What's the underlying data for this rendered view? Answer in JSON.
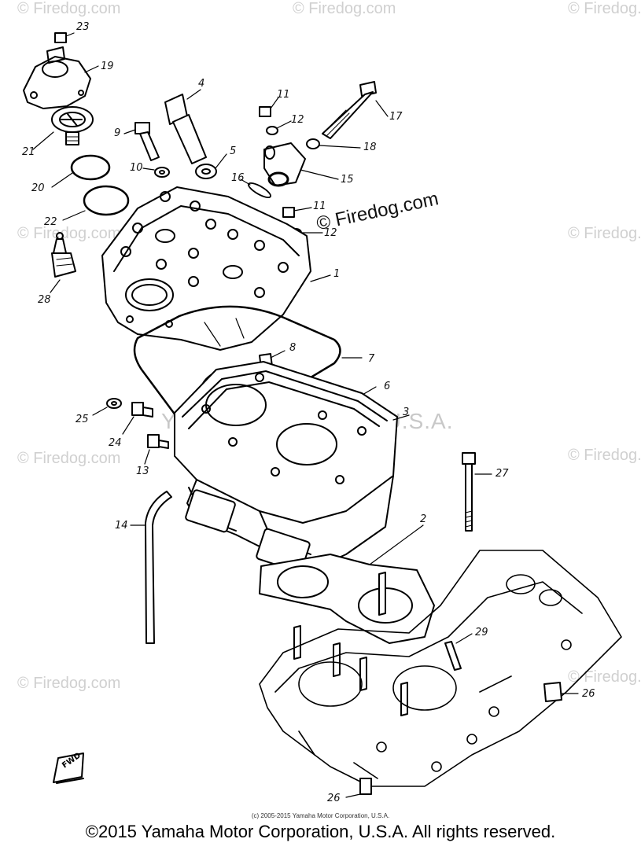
{
  "diagram": {
    "callouts": [
      "23",
      "19",
      "4",
      "11",
      "12",
      "17",
      "9",
      "21",
      "18",
      "10",
      "5",
      "15",
      "16",
      "20",
      "22",
      "11",
      "12",
      "28",
      "1",
      "8",
      "7",
      "6",
      "25",
      "3",
      "24",
      "13",
      "27",
      "14",
      "2",
      "29",
      "26",
      "26"
    ],
    "fwd_label": "FWD"
  },
  "watermarks": {
    "copyright_small": "© Firedog.com",
    "firedog_overlay": "© Firedog.com",
    "yamaha_center": "Yamaha Motor Corp. U.S.A."
  },
  "small_copyright": "(c) 2005-2015 Yamaha Motor Corporation, U.S.A.",
  "footer": "©2015 Yamaha Motor Corporation, U.S.A. All rights reserved."
}
